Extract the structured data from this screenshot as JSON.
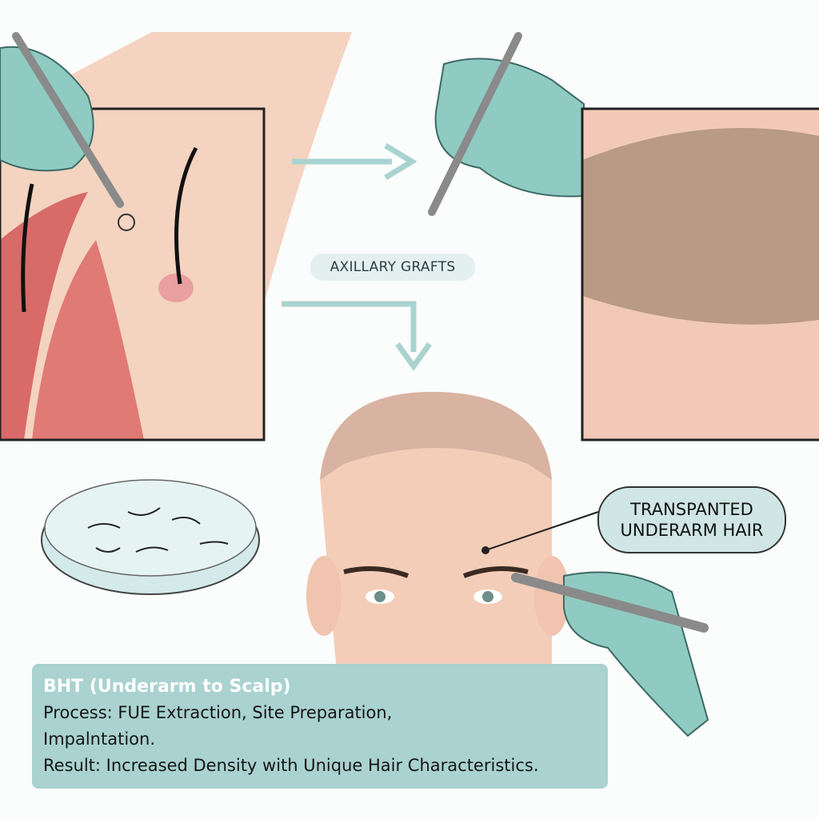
{
  "labels": {
    "axillary_grafts": "AXILLARY GRAFTS",
    "transplanted_line1": "TRANSPANTED",
    "transplanted_line2": "UNDERARM HAIR"
  },
  "caption": {
    "title": "BHT (Underarm to Scalp)",
    "process_line1": "Process: FUE Extraction, Site Preparation,",
    "process_line2": "Impalntation.",
    "result": "Result: Increased Density with Unique Hair Characteristics."
  },
  "colors": {
    "accent": "#a9d3d0",
    "glove": "#8fcbc2",
    "skin": "#f3cdb8",
    "muscle": "#d9686a"
  }
}
